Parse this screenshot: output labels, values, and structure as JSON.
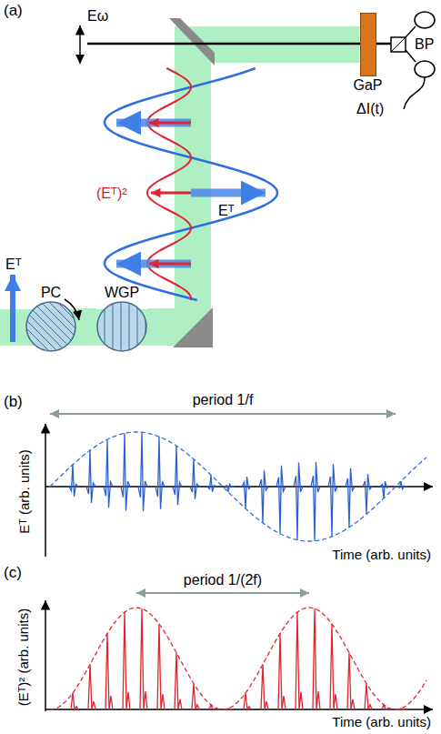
{
  "diagram": {
    "nodes": [
      {
        "text": [
          "PC"
        ]
      },
      {
        "text": [
          "WGP"
        ]
      },
      {
        "text": [
          "GaP"
        ]
      }
    ],
    "edges": [
      {
        "from": 0,
        "to": 1,
        "arrow": "none"
      },
      {
        "from": 1,
        "to": 2,
        "arrow": "none"
      }
    ],
    "labels": [
      "(a)",
      "Eω",
      "(Eᵀ)²",
      "Eᵀ",
      "Eᵀ",
      "BP",
      "ΔI(t)",
      "(b)",
      "period 1/f",
      "Eᵀ (arb. units)",
      "Time (arb. units)",
      "(c)",
      "period 1/(2f)",
      "(Eᵀ)² (arb. units)",
      "Time (arb. units)"
    ]
  }
}
